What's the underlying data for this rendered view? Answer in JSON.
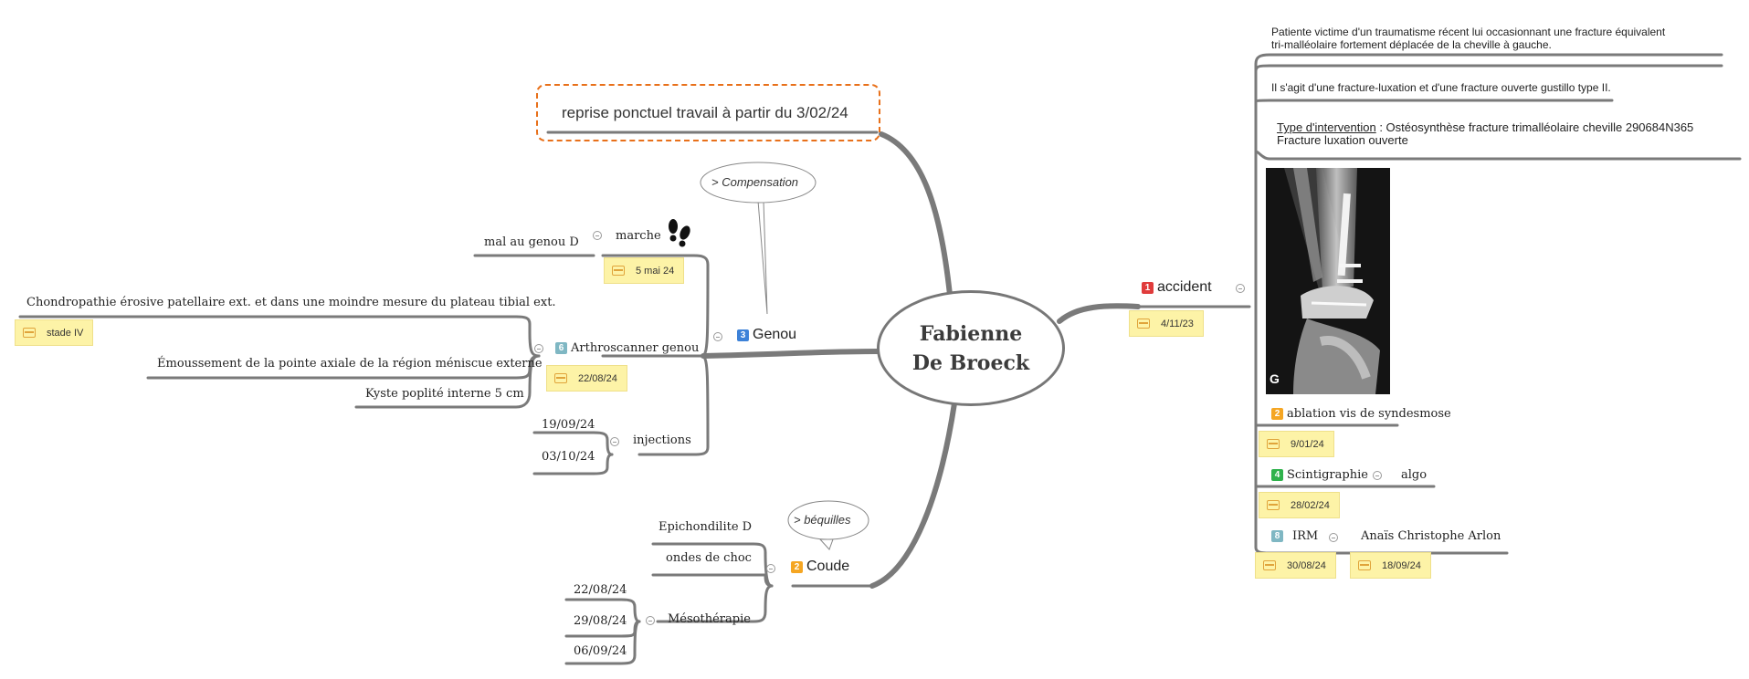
{
  "center": {
    "line1": "Fabienne",
    "line2": "De Broeck"
  },
  "callout": {
    "text": "reprise ponctuel travail à partir du 3/02/24"
  },
  "genou": {
    "badge": "3",
    "label": "Genou",
    "bubble": "> Compensation",
    "marche": {
      "label": "marche",
      "child": "mal au genou D",
      "note": "5 mai 24",
      "icon": "footprints-icon"
    },
    "arthro": {
      "badge": "6",
      "label": "Arthroscanner genou",
      "note": "22/08/24",
      "children": [
        {
          "label": "Chondropathie érosive patellaire ext. et dans une moindre mesure du plateau tibial ext.",
          "note": "stade IV"
        },
        {
          "label": "Émoussement de la pointe axiale de la région méniscue externe"
        },
        {
          "label": "Kyste poplité interne 5 cm"
        }
      ]
    },
    "injections": {
      "label": "injections",
      "dates": [
        "19/09/24",
        "03/10/24"
      ]
    }
  },
  "coude": {
    "badge": "2",
    "label": "Coude",
    "bubble": "> béquilles",
    "children": [
      "Epichondilite D",
      "ondes de choc"
    ],
    "meso": {
      "label": "Mésothérapie",
      "dates": [
        "22/08/24",
        "29/08/24",
        "06/09/24"
      ]
    }
  },
  "accident": {
    "badge": "1",
    "label": "accident",
    "note": "4/11/23",
    "desc1a": "Patiente victime d'un traumatisme récent lui occasionnant une fracture équivalent",
    "desc1b": "tri-malléolaire fortement déplacée de la cheville à gauche.",
    "desc2": "Il s'agit d'une fracture-luxation et d'une fracture ouverte gustillo type II.",
    "type_label": "Type d'intervention",
    "type_value": " : Ostéosynthèse fracture trimalléolaire cheville 290684N365",
    "type_value2": "Fracture luxation ouverte",
    "xray_marker": "G",
    "ablation": {
      "badge": "2",
      "label": "ablation vis de syndesmose",
      "note": "9/01/24"
    },
    "scinti": {
      "badge": "4",
      "label": "Scintigraphie",
      "child": "algo",
      "note": "28/02/24"
    },
    "irm": {
      "badge": "8",
      "label": "IRM",
      "child": "Anaïs Christophe Arlon",
      "note": "30/08/24",
      "note2": "18/09/24"
    }
  },
  "colors": {
    "branch": "#7a7a7a",
    "note_bg": "#fdf3a7",
    "callout_border": "#e8701a",
    "badge_red": "#e03c3c",
    "badge_blue": "#3d82d8",
    "badge_orange": "#f5a623",
    "badge_green": "#2fb24c",
    "badge_teal": "#7fb7c3"
  }
}
